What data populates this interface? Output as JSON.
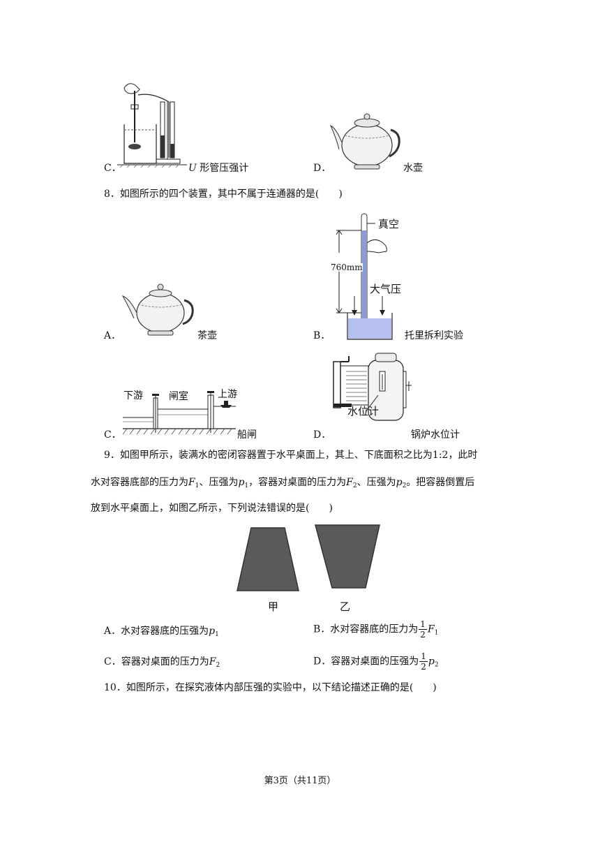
{
  "q7": {
    "option_c": {
      "letter": "C．",
      "label_var": "U",
      "label_text": " 形管压强计"
    },
    "option_d": {
      "letter": "D．",
      "label": "水壶"
    }
  },
  "q8": {
    "stem": "8．如图所示的四个装置，其中不属于连通器的是",
    "paren": "(　　)",
    "option_a": {
      "letter": "A．",
      "label": "茶壶"
    },
    "option_b": {
      "letter": "B．",
      "label": "托里拆利实验",
      "fig_vacuum": "真空",
      "fig_height": "760mm",
      "fig_pressure": "大气压"
    },
    "option_c": {
      "letter": "C．",
      "label": "船闸",
      "fig_downstream": "下游",
      "fig_chamber": "闸室",
      "fig_upstream": "上游"
    },
    "option_d": {
      "letter": "D．",
      "label": "锅炉水位计",
      "fig_gauge": "水位计"
    }
  },
  "q9": {
    "line1_a": "9．如图甲所示，装满水的密闭容器置于水平桌面上，其上、下底面积之比为",
    "ratio": "1:2",
    "line1_b": "，此时",
    "line2_a": "水对容器底部的压力为",
    "line2_b": "、压强为",
    "line2_c": "，容器对桌面的压力为",
    "line2_d": "、压强为",
    "line2_e": "。把容器倒置后",
    "line3": "放到水平桌面上，如图乙所示，下列说法错误的是",
    "paren": "(　　)",
    "fig_left": "甲",
    "fig_right": "乙",
    "sym_F": "F",
    "sym_p": "p",
    "sub_1": "1",
    "sub_2": "2",
    "half_num": "1",
    "half_den": "2",
    "option_a": {
      "letter": "A．",
      "text": "水对容器底的压强为"
    },
    "option_b": {
      "letter": "B．",
      "text": "水对容器底的压力为"
    },
    "option_c": {
      "letter": "C．",
      "text": "容器对桌面的压力为"
    },
    "option_d": {
      "letter": "D．",
      "text": "容器对桌面的压强为"
    }
  },
  "q10": {
    "stem": "10．如图所示，在探究液体内部压强的实验中，以下结论描述正确的是",
    "paren": "(　　)"
  },
  "footer": {
    "page_text": "第3页（共11页）"
  }
}
